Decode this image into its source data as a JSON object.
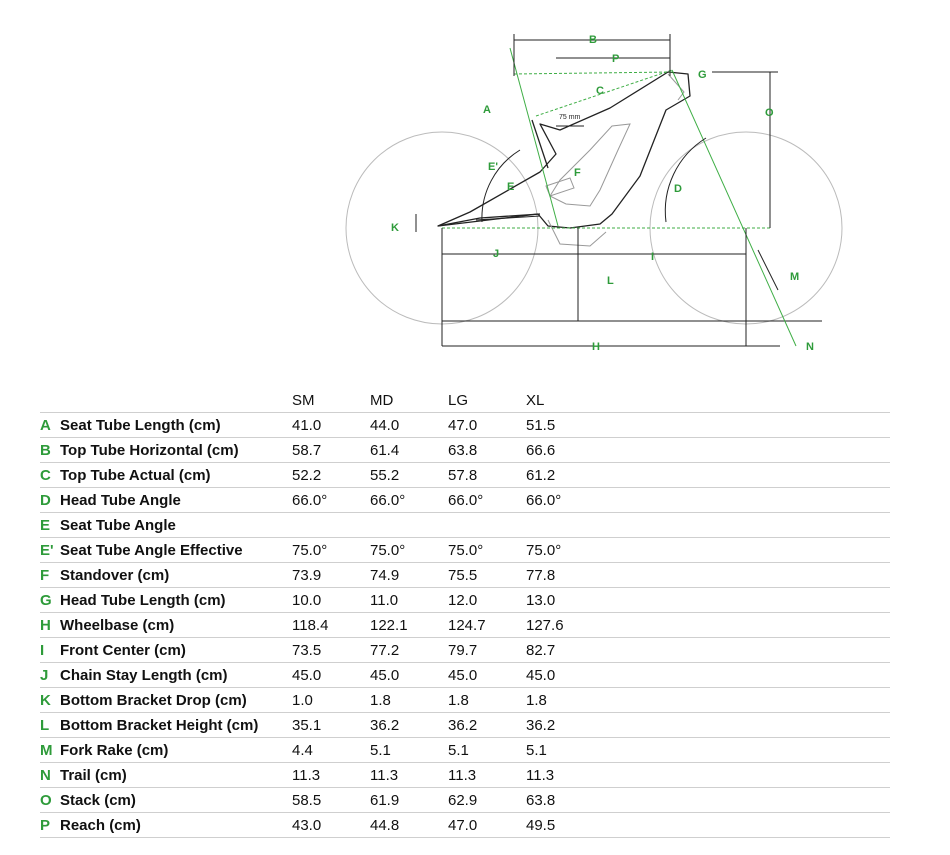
{
  "diagram": {
    "labels": [
      "A",
      "B",
      "C",
      "D",
      "E",
      "E'",
      "F",
      "G",
      "H",
      "I",
      "J",
      "K",
      "L",
      "M",
      "N",
      "O",
      "P"
    ],
    "seat_offset_label": "75 mm"
  },
  "table": {
    "sizes": [
      "SM",
      "MD",
      "LG",
      "XL"
    ],
    "rows": [
      {
        "letter": "A",
        "name": "Seat Tube Length (cm)",
        "values": [
          "41.0",
          "44.0",
          "47.0",
          "51.5"
        ]
      },
      {
        "letter": "B",
        "name": "Top Tube Horizontal (cm)",
        "values": [
          "58.7",
          "61.4",
          "63.8",
          "66.6"
        ]
      },
      {
        "letter": "C",
        "name": "Top Tube Actual (cm)",
        "values": [
          "52.2",
          "55.2",
          "57.8",
          "61.2"
        ]
      },
      {
        "letter": "D",
        "name": "Head Tube Angle",
        "values": [
          "66.0°",
          "66.0°",
          "66.0°",
          "66.0°"
        ]
      },
      {
        "letter": "E",
        "name": "Seat Tube Angle",
        "values": [
          "",
          "",
          "",
          ""
        ]
      },
      {
        "letter": "E'",
        "name": "Seat Tube Angle Effective",
        "values": [
          "75.0°",
          "75.0°",
          "75.0°",
          "75.0°"
        ]
      },
      {
        "letter": "F",
        "name": "Standover (cm)",
        "values": [
          "73.9",
          "74.9",
          "75.5",
          "77.8"
        ]
      },
      {
        "letter": "G",
        "name": "Head Tube Length (cm)",
        "values": [
          "10.0",
          "11.0",
          "12.0",
          "13.0"
        ]
      },
      {
        "letter": "H",
        "name": "Wheelbase (cm)",
        "values": [
          "118.4",
          "122.1",
          "124.7",
          "127.6"
        ]
      },
      {
        "letter": "I",
        "name": "Front Center (cm)",
        "values": [
          "73.5",
          "77.2",
          "79.7",
          "82.7"
        ]
      },
      {
        "letter": "J",
        "name": "Chain Stay Length (cm)",
        "values": [
          "45.0",
          "45.0",
          "45.0",
          "45.0"
        ]
      },
      {
        "letter": "K",
        "name": "Bottom Bracket Drop (cm)",
        "values": [
          "1.0",
          "1.8",
          "1.8",
          "1.8"
        ]
      },
      {
        "letter": "L",
        "name": "Bottom Bracket Height (cm)",
        "values": [
          "35.1",
          "36.2",
          "36.2",
          "36.2"
        ]
      },
      {
        "letter": "M",
        "name": "Fork Rake (cm)",
        "values": [
          "4.4",
          "5.1",
          "5.1",
          "5.1"
        ]
      },
      {
        "letter": "N",
        "name": "Trail (cm)",
        "values": [
          "11.3",
          "11.3",
          "11.3",
          "11.3"
        ]
      },
      {
        "letter": "O",
        "name": "Stack (cm)",
        "values": [
          "58.5",
          "61.9",
          "62.9",
          "63.8"
        ]
      },
      {
        "letter": "P",
        "name": "Reach (cm)",
        "values": [
          "43.0",
          "44.8",
          "47.0",
          "49.5"
        ]
      }
    ]
  }
}
